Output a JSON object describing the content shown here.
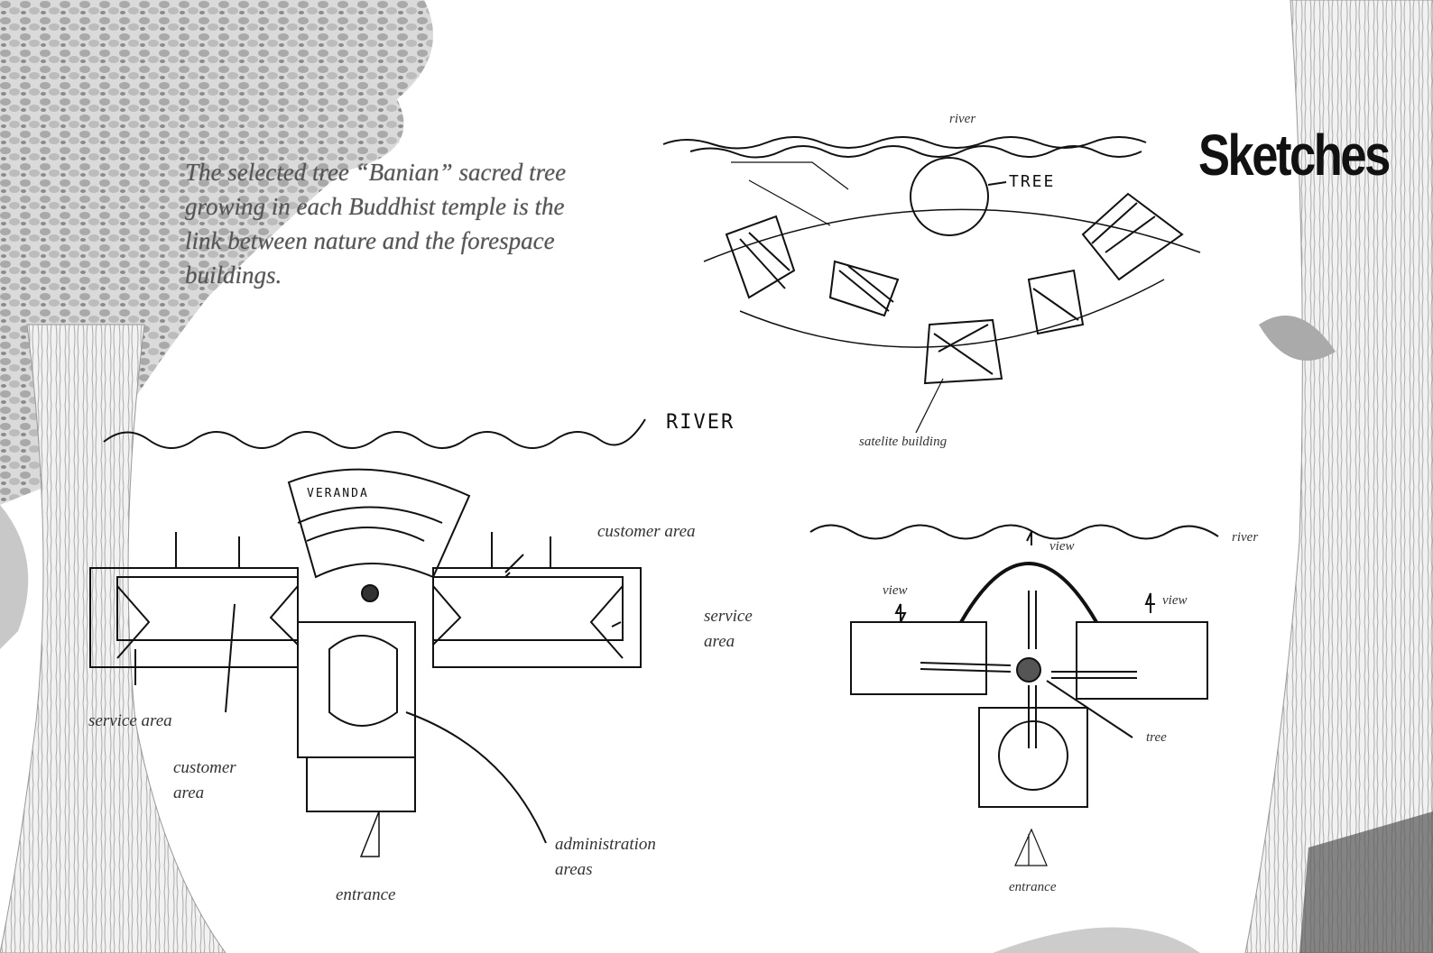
{
  "title": "Sketches",
  "intro": {
    "lines": [
      "The selected tree “Banian” sacred tree",
      "growing in each Buddhist temple is the",
      "link between nature and the forespace",
      "buildings."
    ]
  },
  "top_sketch": {
    "river": "river",
    "tree": "TREE",
    "satellite": "satelite building"
  },
  "plan_sketch": {
    "river": "RIVER",
    "veranda": "VERANDA",
    "customer_area_right": "customer area",
    "service_area_right": [
      "service",
      "area"
    ],
    "service_area_left": "service area",
    "customer_area_left": [
      "customer",
      "area"
    ],
    "administration": [
      "administration",
      "areas"
    ],
    "entrance": "entrance"
  },
  "cross_sketch": {
    "river": "river",
    "view_top": "view",
    "view_left": "view",
    "view_right": "view",
    "tree": "tree",
    "entrance": "entrance"
  }
}
